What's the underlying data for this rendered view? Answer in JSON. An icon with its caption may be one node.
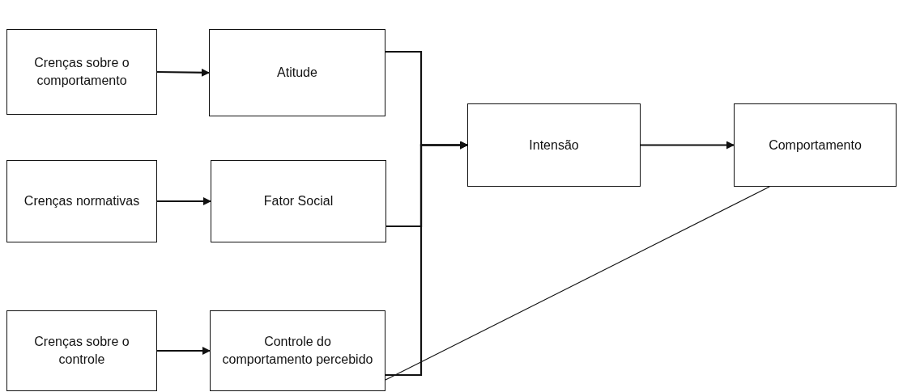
{
  "diagram": {
    "nodes": [
      {
        "text": [
          "Crenças sobre o comportamento"
        ]
      },
      {
        "text": [
          "Atitude"
        ]
      },
      {
        "text": [
          "Crenças normativas"
        ]
      },
      {
        "text": [
          "Fator Social"
        ]
      },
      {
        "text": [
          "Crenças sobre o controle"
        ]
      },
      {
        "text": [
          "Controle do comportamento percebido"
        ]
      },
      {
        "text": [
          "Intensão"
        ]
      },
      {
        "text": [
          "Comportamento"
        ]
      }
    ],
    "edges": [
      {
        "from": 0,
        "to": 1,
        "arrow": "to"
      },
      {
        "from": 2,
        "to": 3,
        "arrow": "to"
      },
      {
        "from": 4,
        "to": 5,
        "arrow": "to"
      },
      {
        "from": 1,
        "to": 6,
        "arrow": "to"
      },
      {
        "from": 3,
        "to": 6,
        "arrow": "to"
      },
      {
        "from": 5,
        "to": 6,
        "arrow": "to"
      },
      {
        "from": 6,
        "to": 7,
        "arrow": "to"
      },
      {
        "from": 5,
        "to": 7,
        "arrow": "none"
      }
    ]
  }
}
